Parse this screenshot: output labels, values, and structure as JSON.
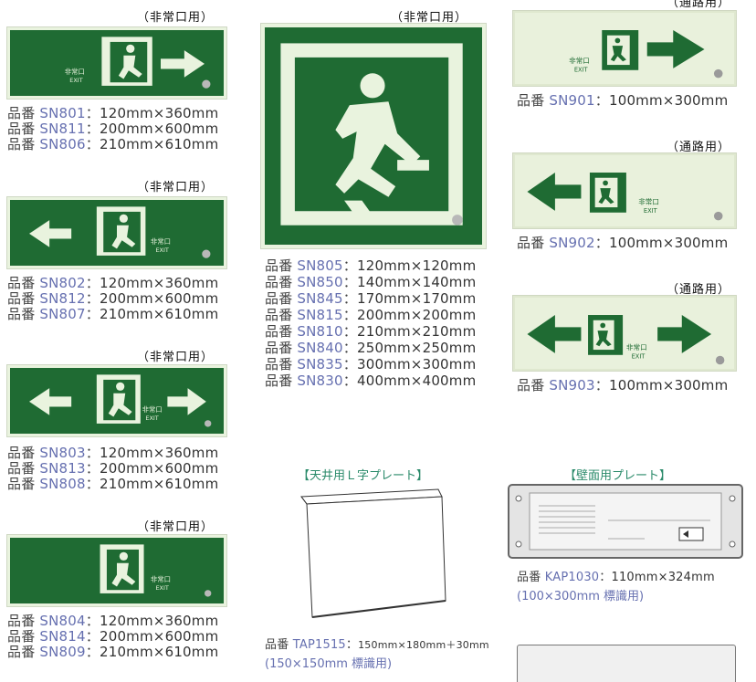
{
  "captions": {
    "emergency": "（非常口用）",
    "passage": "（通路用）"
  },
  "sign_text": {
    "jp": "非常口",
    "en": "EXIT"
  },
  "prefix": "品番",
  "groups": {
    "g1": [
      {
        "code": "SN801",
        "dim": "120mm×360mm"
      },
      {
        "code": "SN811",
        "dim": "200mm×600mm"
      },
      {
        "code": "SN806",
        "dim": "210mm×610mm"
      }
    ],
    "g2": [
      {
        "code": "SN802",
        "dim": "120mm×360mm"
      },
      {
        "code": "SN812",
        "dim": "200mm×600mm"
      },
      {
        "code": "SN807",
        "dim": "210mm×610mm"
      }
    ],
    "g3": [
      {
        "code": "SN803",
        "dim": "120mm×360mm"
      },
      {
        "code": "SN813",
        "dim": "200mm×600mm"
      },
      {
        "code": "SN808",
        "dim": "210mm×610mm"
      }
    ],
    "g4": [
      {
        "code": "SN804",
        "dim": "120mm×360mm"
      },
      {
        "code": "SN814",
        "dim": "200mm×600mm"
      },
      {
        "code": "SN809",
        "dim": "210mm×610mm"
      }
    ],
    "square": [
      {
        "code": "SN805",
        "dim": "120mm×120mm"
      },
      {
        "code": "SN850",
        "dim": "140mm×140mm"
      },
      {
        "code": "SN845",
        "dim": "170mm×170mm"
      },
      {
        "code": "SN815",
        "dim": "200mm×200mm"
      },
      {
        "code": "SN810",
        "dim": "210mm×210mm"
      },
      {
        "code": "SN840",
        "dim": "250mm×250mm"
      },
      {
        "code": "SN835",
        "dim": "300mm×300mm"
      },
      {
        "code": "SN830",
        "dim": "400mm×400mm"
      }
    ],
    "p1": [
      {
        "code": "SN901",
        "dim": "100mm×300mm"
      }
    ],
    "p2": [
      {
        "code": "SN902",
        "dim": "100mm×300mm"
      }
    ],
    "p3": [
      {
        "code": "SN903",
        "dim": "100mm×300mm"
      }
    ]
  },
  "ceiling_plate": {
    "title": "【天井用Ｌ字プレート】",
    "code": "TAP1515",
    "dim": "150mm×180mm＋30mm",
    "note": "(150×150mm 標識用)"
  },
  "wall_plate": {
    "title": "【壁面用プレート】",
    "code": "KAP1030",
    "dim": "110mm×324mm",
    "note": "(100×300mm 標識用)"
  },
  "colors": {
    "sign_green": "#1f6b33",
    "sign_light": "#e9f1dc",
    "code_blue": "#6670b0"
  }
}
